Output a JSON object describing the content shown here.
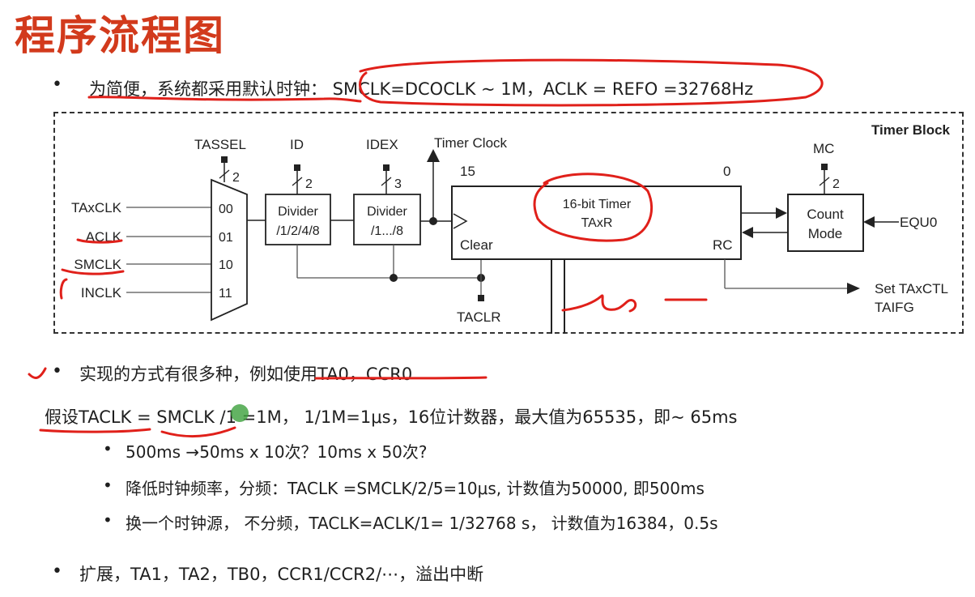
{
  "title": "程序流程图",
  "bullet_glyph": "•",
  "line1": "为简便，系统都采用默认时钟：  SMCLK=DCOCLK ~ 1M，ACLK = REFO =32768Hz",
  "diagram": {
    "timer_block": "Timer Block",
    "tassel": "TASSEL",
    "id": "ID",
    "idex": "IDEX",
    "timer_clock": "Timer Clock",
    "mc": "MC",
    "bits_2a": "2",
    "bits_2b": "2",
    "bits_3": "3",
    "bits_2c": "2",
    "inputs": [
      "TAxCLK",
      "ACLK",
      "SMCLK",
      "INCLK"
    ],
    "mux_codes": [
      "00",
      "01",
      "10",
      "11"
    ],
    "divider1": [
      "Divider",
      "/1/2/4/8"
    ],
    "divider2": [
      "Divider",
      "/1.../8"
    ],
    "bit15": "15",
    "bit0": "0",
    "timer_label": [
      "16-bit Timer",
      "TAxR"
    ],
    "clear": "Clear",
    "rc": "RC",
    "count_mode": [
      "Count",
      "Mode"
    ],
    "equ0": "EQU0",
    "taclr": "TACLR",
    "set_flag": [
      "Set TAxCTL",
      "TAIFG"
    ]
  },
  "line2": "实现的方式有很多种，例如使用TA0，CCR0",
  "line3": "假设TACLK = SMCLK /1 =1M，  1/1M=1μs，16位计数器，最大值为65535，即~ 65ms",
  "sub_items": [
    "500ms →50ms x 10次？10ms x 50次?",
    "降低时钟频率，分频：TACLK =SMCLK/2/5=10μs, 计数值为50000, 即500ms",
    "换一个时钟源， 不分频，TACLK=ACLK/1= 1/32768 s， 计数值为16384，0.5s"
  ],
  "line4": "扩展，TA1，TA2，TB0，CCR1/CCR2/⋯，溢出中断",
  "colors": {
    "title": "#d23a1c",
    "annotation": "#e0201a"
  }
}
